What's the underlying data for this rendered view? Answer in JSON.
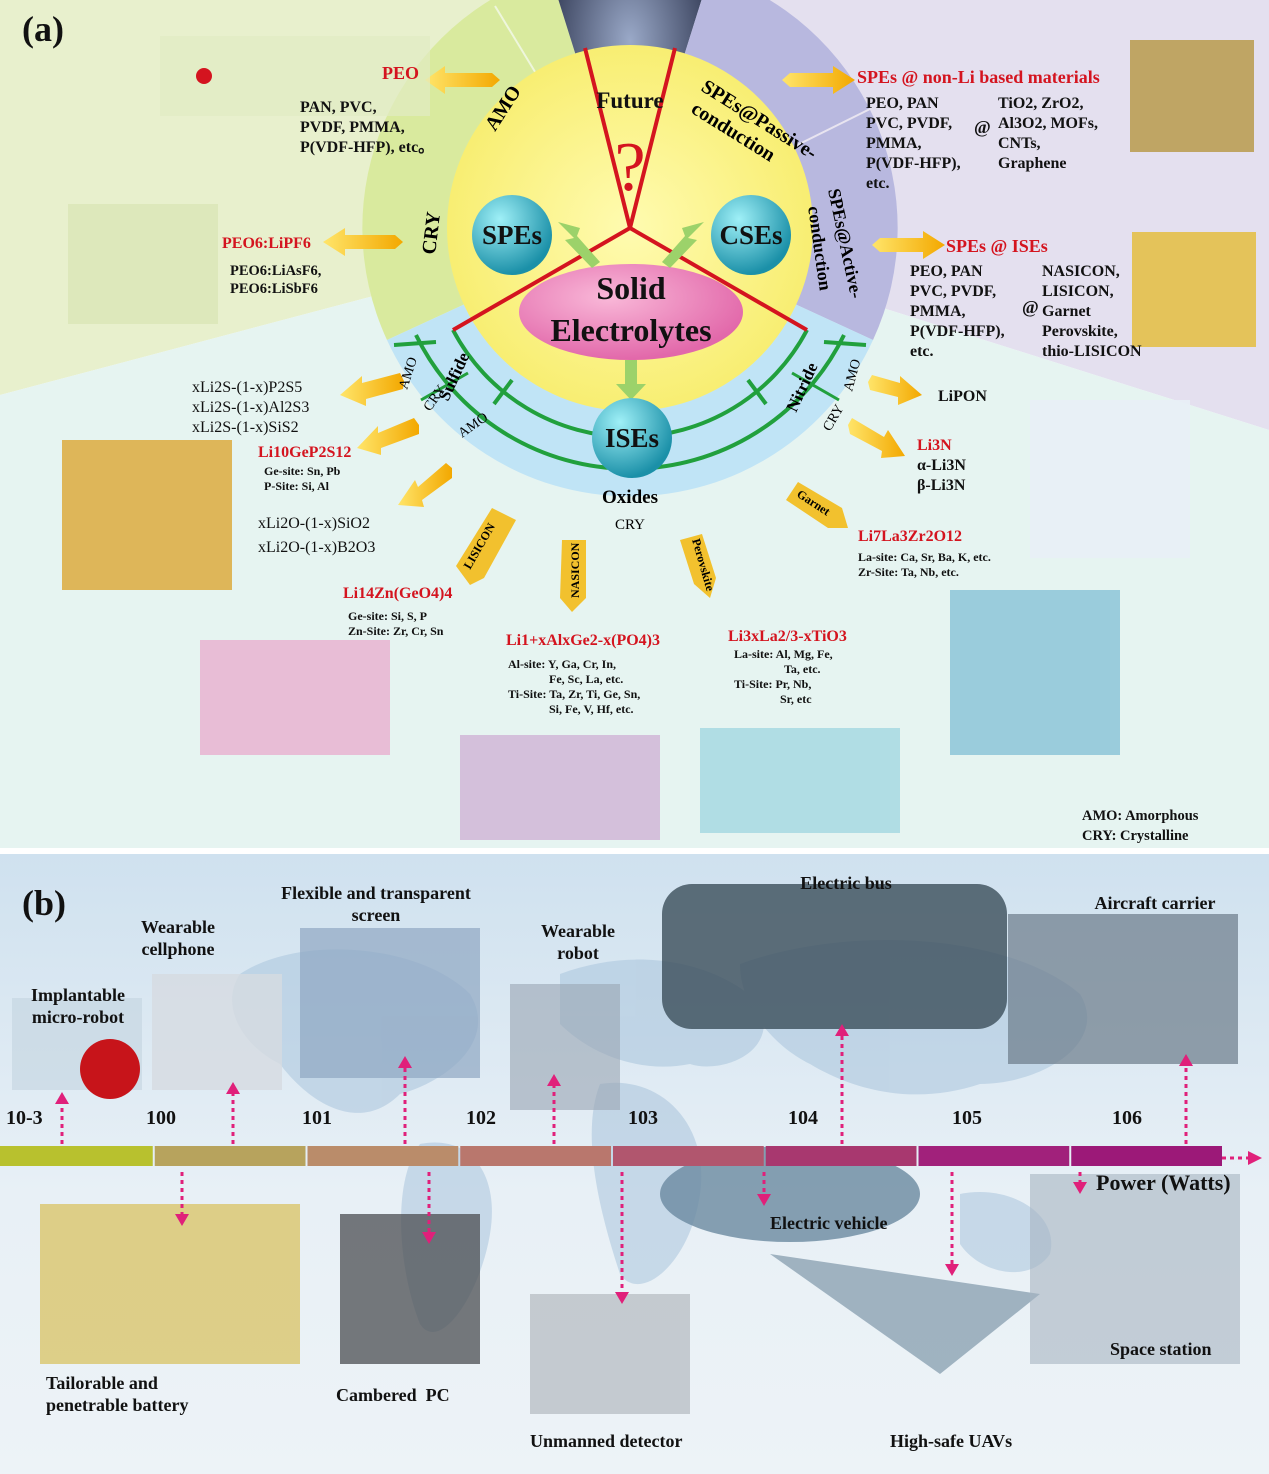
{
  "panel_a": {
    "label": "(a)",
    "center": {
      "line1": "Solid",
      "line2": "Electrolytes"
    },
    "circles": {
      "spes": "SPEs",
      "cses": "CSEs",
      "ises": "ISEs",
      "question": "?"
    },
    "ring": {
      "future": "Future",
      "amo": "AMO",
      "cry": "CRY",
      "passive_line1": "SPEs@Passive-",
      "passive_line2": "conduction",
      "active_line1": "SPEs@Active-",
      "active_line2": "conduction",
      "sulfide": "Sulfide",
      "nitride": "Nitride",
      "oxides": "Oxides",
      "oxides_cry": "CRY",
      "sulfide_amo": "AMO",
      "sulfide_cry": "CRY",
      "oxides_amo": "AMO",
      "nitride_amo": "AMO",
      "nitride_cry": "CRY"
    },
    "peo": {
      "title": "PEO",
      "lines": [
        "PAN, PVC,",
        "PVDF, PMMA,",
        "P(VDF-HFP), etc。"
      ]
    },
    "peo6": {
      "title": "PEO6:LiPF6",
      "lines": [
        "PEO6:LiAsF6,",
        "PEO6:LiSbF6"
      ]
    },
    "spes_nonli": {
      "title": "SPEs @ non-Li based materials",
      "left": [
        "PEO, PAN",
        "PVC, PVDF,",
        "PMMA,",
        "P(VDF-HFP),",
        "etc."
      ],
      "at": "@",
      "right": [
        "TiO2, ZrO2,",
        "Al3O2, MOFs,",
        "CNTs,",
        "Graphene"
      ]
    },
    "spes_ises": {
      "title": "SPEs @ ISEs",
      "left": [
        "PEO, PAN",
        "PVC, PVDF,",
        "PMMA,",
        "P(VDF-HFP),",
        "etc."
      ],
      "at": "@",
      "right": [
        "NASICON,",
        "LISICON,",
        "Garnet",
        "Perovskite,",
        "thio-LISICON"
      ]
    },
    "sulfide_glass": [
      "xLi2S-(1-x)P2S5",
      "xLi2S-(1-x)Al2S3",
      "xLi2S-(1-x)SiS2"
    ],
    "lgps": {
      "title": "Li10GeP2S12",
      "lines": [
        "Ge-site: Sn, Pb",
        "P-Site: Si, Al"
      ]
    },
    "oxide_glass": [
      "xLi2O-(1-x)SiO2",
      "xLi2O-(1-x)B2O3"
    ],
    "lipon": "LiPON",
    "li3n": {
      "title": "Li3N",
      "lines": [
        "α-Li3N",
        "β-Li3N"
      ]
    },
    "garnet": {
      "tag": "Garnet",
      "title": "Li7La3Zr2O12",
      "lines": [
        "La-site: Ca, Sr, Ba, K, etc.",
        "Zr-Site: Ta, Nb, etc."
      ]
    },
    "lisicon": {
      "tag": "LISICON",
      "title": "Li14Zn(GeO4)4",
      "lines": [
        "Ge-site: Si, S, P",
        "Zn-Site: Zr, Cr, Sn"
      ]
    },
    "nasicon": {
      "tag": "NASICON",
      "title": "Li1+xAlxGe2-x(PO4)3",
      "lines": [
        "Al-site: Y, Ga, Cr, In,",
        "Fe, Sc, La, etc.",
        "Ti-Site: Ta, Zr, Ti, Ge, Sn,",
        "Si, Fe, V, Hf, etc."
      ]
    },
    "perovskite": {
      "tag": "Perovskite",
      "title": "Li3xLa2/3-xTiO3",
      "lines": [
        "La-site: Al, Mg, Fe,",
        "Ta, etc.",
        "Ti-Site: Pr, Nb,",
        "Sr, etc"
      ]
    },
    "legend": [
      "AMO: Amorphous",
      "CRY: Crystalline"
    ]
  },
  "panel_b": {
    "label": "(b)",
    "axis_label": "Power (Watts)",
    "ticks": [
      "10-3",
      "100",
      "101",
      "102",
      "103",
      "104",
      "105",
      "106"
    ],
    "top_items": [
      "Implantable micro-robot",
      "Wearable cellphone",
      "Flexible and transparent screen",
      "Wearable robot",
      "Electric bus",
      "Aircraft carrier"
    ],
    "bottom_items": [
      "Tailorable and penetrable battery",
      "Cambered  PC",
      "Unmanned detector",
      "Electric vehicle",
      "High-safe UAVs",
      "Space station"
    ],
    "bar_colors": [
      "#b8c12e",
      "#b7a35d",
      "#ba8c6a",
      "#b9776d",
      "#b1566e",
      "#a8386f",
      "#a1217b",
      "#9c1978"
    ]
  }
}
